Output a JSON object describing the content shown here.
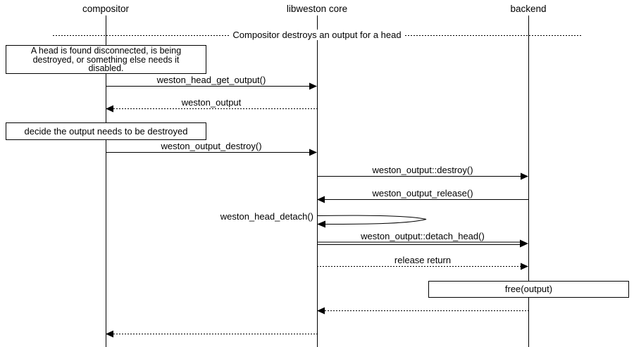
{
  "actors": [
    {
      "label": "compositor"
    },
    {
      "label": "libweston core"
    },
    {
      "label": "backend"
    }
  ],
  "divider": {
    "label": "Compositor destroys an output for a head"
  },
  "note_disconnected": {
    "line1": "A head is found disconnected, is being",
    "line2": "destroyed, or something else needs it",
    "line3": "disabled."
  },
  "note_decide": {
    "label": "decide the output needs to be destroyed"
  },
  "box_free": {
    "label": "free(output)"
  },
  "messages": {
    "head_get_output": "weston_head_get_output()",
    "weston_output_return": "weston_output",
    "output_destroy": "weston_output_destroy()",
    "output_method_destroy": "weston_output::destroy()",
    "output_release": "weston_output_release()",
    "head_detach": "weston_head_detach()",
    "output_detach_head": "weston_output::detach_head()",
    "release_return": "release return"
  },
  "colors": {
    "line": "#000000",
    "background": "#ffffff"
  }
}
